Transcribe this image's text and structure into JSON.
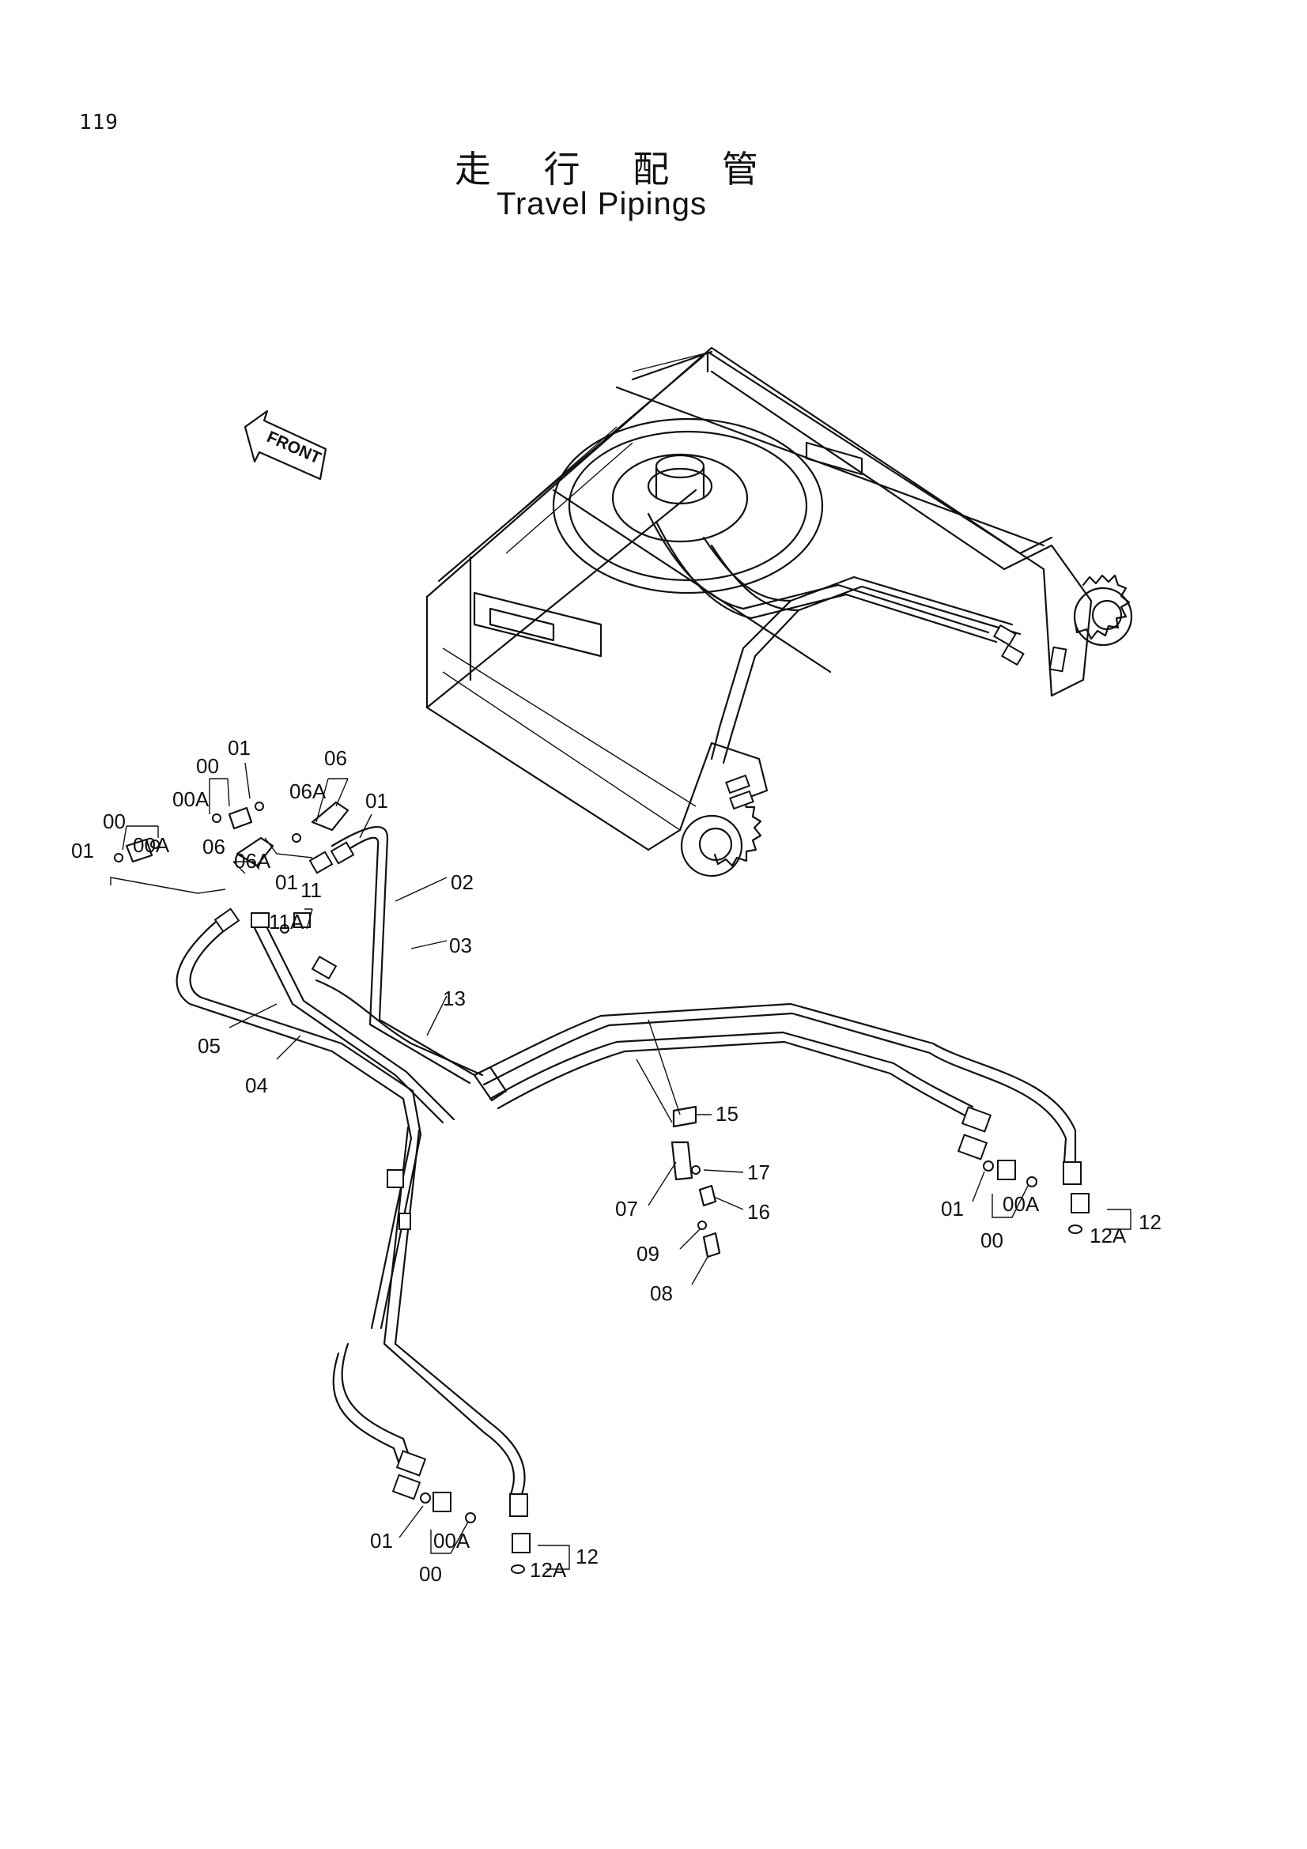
{
  "page": {
    "number": "119"
  },
  "title": {
    "japanese": "走 行 配 管",
    "english": "Travel Pipings"
  },
  "front_marker": "FRONT",
  "callouts": [
    {
      "id": "c1",
      "text": "01"
    },
    {
      "id": "c2",
      "text": "00"
    },
    {
      "id": "c3",
      "text": "00A"
    },
    {
      "id": "c4",
      "text": "06"
    },
    {
      "id": "c5",
      "text": "06A"
    },
    {
      "id": "c6",
      "text": "01"
    },
    {
      "id": "c7",
      "text": "00"
    },
    {
      "id": "c8",
      "text": "00A"
    },
    {
      "id": "c9",
      "text": "01"
    },
    {
      "id": "c10",
      "text": "06"
    },
    {
      "id": "c11",
      "text": "06A"
    },
    {
      "id": "c12",
      "text": "01"
    },
    {
      "id": "c13",
      "text": "11"
    },
    {
      "id": "c14",
      "text": "11A"
    },
    {
      "id": "c15",
      "text": "02"
    },
    {
      "id": "c16",
      "text": "03"
    },
    {
      "id": "c17",
      "text": "13"
    },
    {
      "id": "c18",
      "text": "05"
    },
    {
      "id": "c19",
      "text": "04"
    },
    {
      "id": "c20",
      "text": "15"
    },
    {
      "id": "c21",
      "text": "17"
    },
    {
      "id": "c22",
      "text": "07"
    },
    {
      "id": "c23",
      "text": "16"
    },
    {
      "id": "c24",
      "text": "09"
    },
    {
      "id": "c25",
      "text": "08"
    },
    {
      "id": "c26",
      "text": "01"
    },
    {
      "id": "c27",
      "text": "00A"
    },
    {
      "id": "c28",
      "text": "00"
    },
    {
      "id": "c29",
      "text": "12"
    },
    {
      "id": "c30",
      "text": "12A"
    },
    {
      "id": "c31",
      "text": "01"
    },
    {
      "id": "c32",
      "text": "00A"
    },
    {
      "id": "c33",
      "text": "00"
    },
    {
      "id": "c34",
      "text": "12"
    },
    {
      "id": "c35",
      "text": "12A"
    }
  ]
}
